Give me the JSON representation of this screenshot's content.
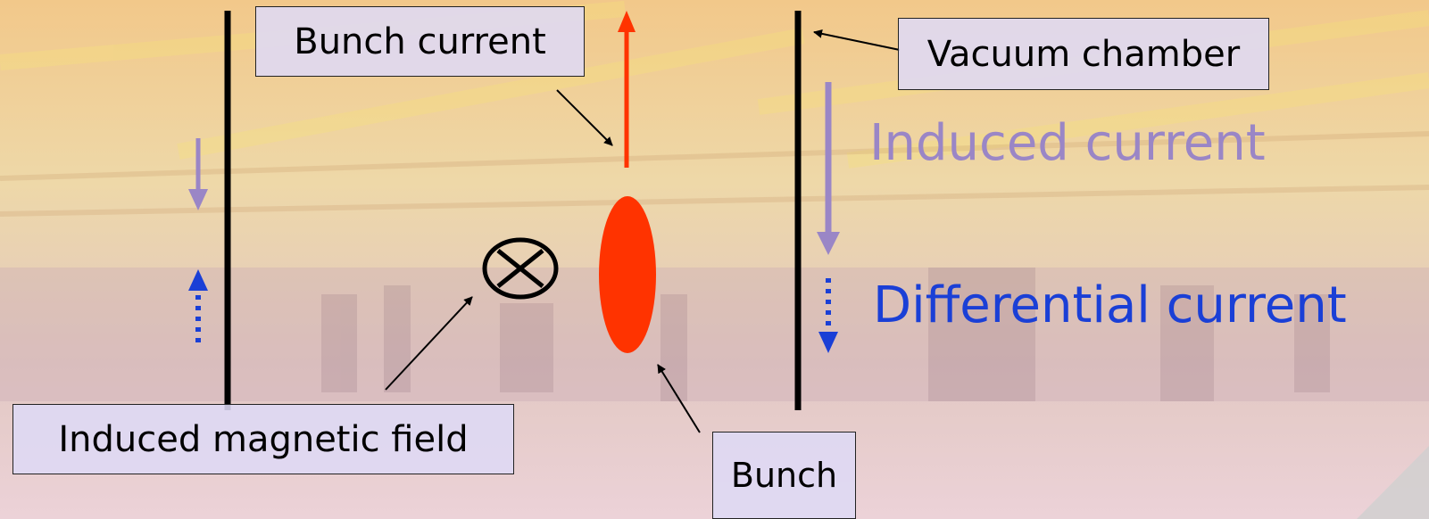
{
  "labels": {
    "bunch_current": "Bunch current",
    "vacuum_chamber": "Vacuum chamber",
    "induced_current": "Induced current",
    "differential_current": "Differential current",
    "induced_magnetic_field": "Induced magnetic field",
    "bunch": "Bunch"
  },
  "colors": {
    "bunch": "#ff3300",
    "bunch_current_arrow": "#ff3300",
    "induced_current": "#9a86c6",
    "differential_current": "#1a3fd6",
    "chamber_wall": "#000000"
  },
  "icons": {
    "magnetic_field_symbol": "circle-cross-icon"
  }
}
